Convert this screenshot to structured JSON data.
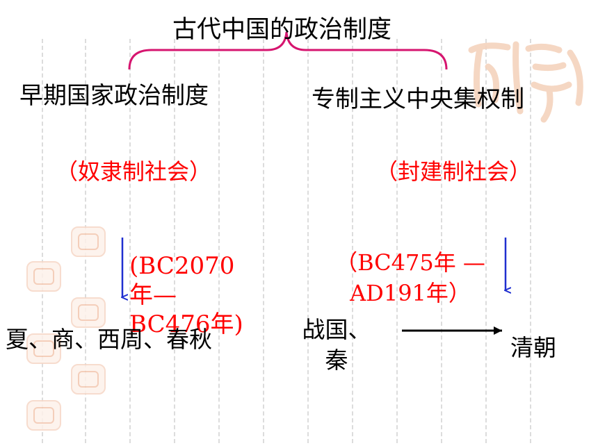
{
  "title": "古代中国的政治制度",
  "left": {
    "heading": "早期国家政治制度",
    "society": "（奴隶制社会）",
    "period": "(BC2070年—BC476年)",
    "dynasties": "夏、商、西周、春秋"
  },
  "right": {
    "heading": "专制主义中央集权制",
    "society": "（封建制社会）",
    "period": "（BC475年 —AD191年）",
    "start": "战国、秦",
    "end": "清朝"
  },
  "colors": {
    "brace": "#d6156f",
    "emphasis": "#ff0000",
    "arrow": "#1f2fd0",
    "text": "#000000"
  }
}
